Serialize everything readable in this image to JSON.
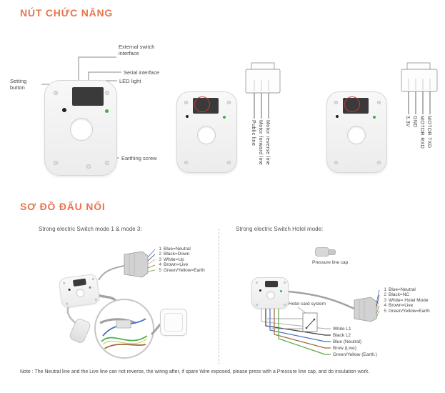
{
  "sections": {
    "functions": {
      "title": "NÚT CHỨC NĂNG"
    },
    "wiring": {
      "title": "SƠ ĐỒ ĐẤU NỐI"
    }
  },
  "device_front": {
    "labels": {
      "external_switch": "External switch interface",
      "serial": "Serial interface",
      "led": "LED light",
      "setting_button": "Setting button",
      "earthing_screw": "Earthing screw"
    }
  },
  "device_motor": {
    "wire_labels": [
      "Public line",
      "Motor forward line",
      "Motor reverse line"
    ]
  },
  "device_serial": {
    "wire_labels": [
      "3.3V",
      "GND",
      "MOTOR RXD",
      "MOTOR TXD"
    ]
  },
  "wiring_left": {
    "subtitle": "Strong electric Switch mode 1 & mode 3:",
    "wires": [
      {
        "num": "1",
        "label": "Blue=Neutral"
      },
      {
        "num": "2",
        "label": "Black=Down"
      },
      {
        "num": "3",
        "label": "White=Up"
      },
      {
        "num": "4",
        "label": "Brown=Live"
      },
      {
        "num": "5",
        "label": "Green/Yellow=Earth"
      }
    ]
  },
  "wiring_right": {
    "subtitle": "Strong electric Switch  Hotel  mode:",
    "pressure_cap_label": "Pressure line cap",
    "hotel_card_label": "Hotel card system",
    "wires": [
      {
        "num": "1",
        "label": "Blue=Neutral"
      },
      {
        "num": "2",
        "label": "Black=NC"
      },
      {
        "num": "3",
        "label": "White=  Hotel Mode"
      },
      {
        "num": "4",
        "label": "Brown=Live"
      },
      {
        "num": "5",
        "label": "Green/Yellow=Earth"
      }
    ],
    "output_wires": [
      "White  L1",
      "Black  L2",
      "Blue (Neutral)",
      "Brow  (Live)",
      "Green/Yellow (Earth.)"
    ]
  },
  "note": "Note :    The Neutral line and the Live line can not reverse, the wiring after, if spare Wire exposed, please press with a Pressure line cap, and do insulation work.",
  "colors": {
    "accent": "#e8744e",
    "led_green": "#3fae49",
    "highlight_red": "#c93a35"
  }
}
